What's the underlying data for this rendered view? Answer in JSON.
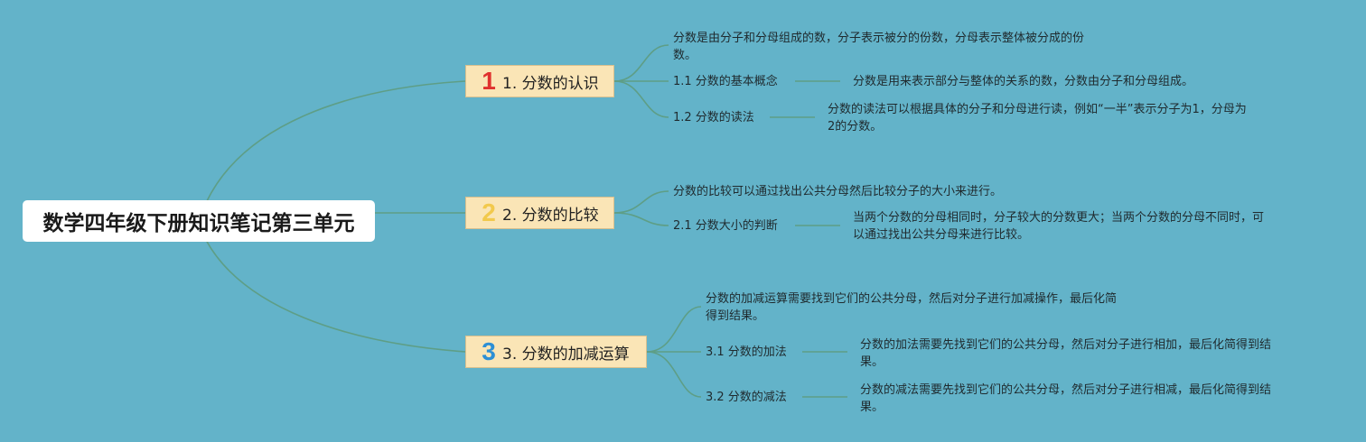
{
  "root": {
    "title": "数学四年级下册知识笔记第三单元"
  },
  "topics": [
    {
      "number": "1",
      "number_color": "#e0312e",
      "label": "1. 分数的认识",
      "intro": [
        "分数是由分子和分母组成的数，分子表示被分的份数，分母表示整体被分成的份",
        "数。"
      ],
      "subs": [
        {
          "label": "1.1 分数的基本概念",
          "detail": [
            "分数是用来表示部分与整体的关系的数，分数由分子和分母组成。"
          ]
        },
        {
          "label": "1.2 分数的读法",
          "detail": [
            "分数的读法可以根据具体的分子和分母进行读，例如“一半”表示分子为1，分母为",
            "2的分数。"
          ]
        }
      ]
    },
    {
      "number": "2",
      "number_color": "#f2c94c",
      "label": "2. 分数的比较",
      "intro": [
        "分数的比较可以通过找出公共分母然后比较分子的大小来进行。"
      ],
      "subs": [
        {
          "label": "2.1 分数大小的判断",
          "detail": [
            "当两个分数的分母相同时，分子较大的分数更大；当两个分数的分母不同时，可",
            "以通过找出公共分母来进行比较。"
          ]
        }
      ]
    },
    {
      "number": "3",
      "number_color": "#2d8fd5",
      "label": "3. 分数的加减运算",
      "intro": [
        "分数的加减运算需要找到它们的公共分母，然后对分子进行加减操作，最后化简",
        "得到结果。"
      ],
      "subs": [
        {
          "label": "3.1 分数的加法",
          "detail": [
            "分数的加法需要先找到它们的公共分母，然后对分子进行相加，最后化简得到结",
            "果。"
          ]
        },
        {
          "label": "3.2 分数的减法",
          "detail": [
            "分数的减法需要先找到它们的公共分母，然后对分子进行相减，最后化简得到结",
            "果。"
          ]
        }
      ]
    }
  ]
}
